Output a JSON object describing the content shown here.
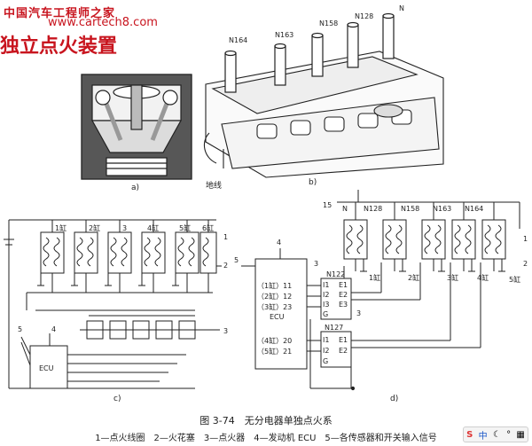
{
  "watermark": {
    "site_cn": "中国汽车工程师之家",
    "site_url": "www.cartech8.com",
    "heading": "独立点火装置"
  },
  "panel_a": {
    "label": "a)"
  },
  "panel_b": {
    "label": "b)",
    "ground_label": "地线",
    "coil_labels": [
      "N164",
      "N163",
      "N158",
      "N128",
      "N"
    ]
  },
  "panel_c": {
    "label": "c)",
    "cyl_labels": [
      "1缸",
      "2缸",
      "3",
      "4缸",
      "5缸",
      "6缸"
    ],
    "ecu_label": "ECU",
    "ref_labels": [
      "1",
      "2",
      "3",
      "4",
      "5"
    ]
  },
  "panel_d": {
    "label": "d)",
    "terminal_15": "15",
    "coil_labels": [
      "N",
      "N128",
      "N158",
      "N163",
      "N164"
    ],
    "cyl_labels": [
      "1缸",
      "2缸",
      "3缸",
      "4缸",
      "5缸"
    ],
    "ecu_label": "ECU",
    "ecu_pins": [
      "（1缸）11",
      "（2缸）12",
      "（3缸）23",
      "（4缸）20",
      "（5缸）21"
    ],
    "module_top": "N122",
    "module_bottom": "N127",
    "module_pins_top": [
      "I1",
      "I2",
      "I3",
      "G"
    ],
    "module_outs_top": [
      "E1",
      "E2",
      "E3"
    ],
    "module_pins_bottom": [
      "I1",
      "I2",
      "G"
    ],
    "module_outs_bottom": [
      "E1",
      "E2"
    ],
    "ref_labels": [
      "1",
      "2",
      "3",
      "4",
      "5"
    ]
  },
  "caption": {
    "title": "图 3-74　无分电器单独点火系",
    "legend": "1—点火线圈　2—火花塞　3—点火器　4—发动机 ECU　5—各传感器和开关输入信号"
  },
  "ime_bar": {
    "s": "S",
    "zh": "中",
    "moon": "☾",
    "dot": "°",
    "grid": "▦"
  }
}
